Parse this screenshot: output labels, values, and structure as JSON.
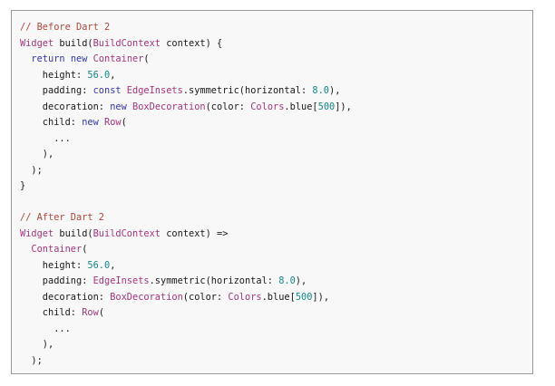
{
  "code": {
    "language": "Dart",
    "colors": {
      "comment": "#b3463a",
      "keyword": "#3535b5",
      "type": "#a8347d",
      "number": "#108a88",
      "plain": "#1a1a1a",
      "background": "#f8f8f8",
      "border": "#9a9a9a"
    },
    "lines": [
      [
        {
          "t": "comment",
          "s": "// Before Dart 2"
        }
      ],
      [
        {
          "t": "type",
          "s": "Widget"
        },
        {
          "t": "plain",
          "s": " build("
        },
        {
          "t": "type",
          "s": "BuildContext"
        },
        {
          "t": "plain",
          "s": " context) {"
        }
      ],
      [
        {
          "t": "plain",
          "s": "  "
        },
        {
          "t": "keyword",
          "s": "return"
        },
        {
          "t": "plain",
          "s": " "
        },
        {
          "t": "keyword",
          "s": "new"
        },
        {
          "t": "plain",
          "s": " "
        },
        {
          "t": "type",
          "s": "Container"
        },
        {
          "t": "plain",
          "s": "("
        }
      ],
      [
        {
          "t": "plain",
          "s": "    height: "
        },
        {
          "t": "number",
          "s": "56.0"
        },
        {
          "t": "plain",
          "s": ","
        }
      ],
      [
        {
          "t": "plain",
          "s": "    padding: "
        },
        {
          "t": "keyword",
          "s": "const"
        },
        {
          "t": "plain",
          "s": " "
        },
        {
          "t": "type",
          "s": "EdgeInsets"
        },
        {
          "t": "plain",
          "s": ".symmetric(horizontal: "
        },
        {
          "t": "number",
          "s": "8.0"
        },
        {
          "t": "plain",
          "s": "),"
        }
      ],
      [
        {
          "t": "plain",
          "s": "    decoration: "
        },
        {
          "t": "keyword",
          "s": "new"
        },
        {
          "t": "plain",
          "s": " "
        },
        {
          "t": "type",
          "s": "BoxDecoration"
        },
        {
          "t": "plain",
          "s": "(color: "
        },
        {
          "t": "type",
          "s": "Colors"
        },
        {
          "t": "plain",
          "s": ".blue["
        },
        {
          "t": "number",
          "s": "500"
        },
        {
          "t": "plain",
          "s": "]),"
        }
      ],
      [
        {
          "t": "plain",
          "s": "    child: "
        },
        {
          "t": "keyword",
          "s": "new"
        },
        {
          "t": "plain",
          "s": " "
        },
        {
          "t": "type",
          "s": "Row"
        },
        {
          "t": "plain",
          "s": "("
        }
      ],
      [
        {
          "t": "plain",
          "s": "      ..."
        }
      ],
      [
        {
          "t": "plain",
          "s": "    ),"
        }
      ],
      [
        {
          "t": "plain",
          "s": "  );"
        }
      ],
      [
        {
          "t": "plain",
          "s": "}"
        }
      ],
      [],
      [
        {
          "t": "comment",
          "s": "// After Dart 2"
        }
      ],
      [
        {
          "t": "type",
          "s": "Widget"
        },
        {
          "t": "plain",
          "s": " build("
        },
        {
          "t": "type",
          "s": "BuildContext"
        },
        {
          "t": "plain",
          "s": " context) =>"
        }
      ],
      [
        {
          "t": "plain",
          "s": "  "
        },
        {
          "t": "type",
          "s": "Container"
        },
        {
          "t": "plain",
          "s": "("
        }
      ],
      [
        {
          "t": "plain",
          "s": "    height: "
        },
        {
          "t": "number",
          "s": "56.0"
        },
        {
          "t": "plain",
          "s": ","
        }
      ],
      [
        {
          "t": "plain",
          "s": "    padding: "
        },
        {
          "t": "type",
          "s": "EdgeInsets"
        },
        {
          "t": "plain",
          "s": ".symmetric(horizontal: "
        },
        {
          "t": "number",
          "s": "8.0"
        },
        {
          "t": "plain",
          "s": "),"
        }
      ],
      [
        {
          "t": "plain",
          "s": "    decoration: "
        },
        {
          "t": "type",
          "s": "BoxDecoration"
        },
        {
          "t": "plain",
          "s": "(color: "
        },
        {
          "t": "type",
          "s": "Colors"
        },
        {
          "t": "plain",
          "s": ".blue["
        },
        {
          "t": "number",
          "s": "500"
        },
        {
          "t": "plain",
          "s": "]),"
        }
      ],
      [
        {
          "t": "plain",
          "s": "    child: "
        },
        {
          "t": "type",
          "s": "Row"
        },
        {
          "t": "plain",
          "s": "("
        }
      ],
      [
        {
          "t": "plain",
          "s": "      ..."
        }
      ],
      [
        {
          "t": "plain",
          "s": "    ),"
        }
      ],
      [
        {
          "t": "plain",
          "s": "  );"
        }
      ]
    ]
  }
}
